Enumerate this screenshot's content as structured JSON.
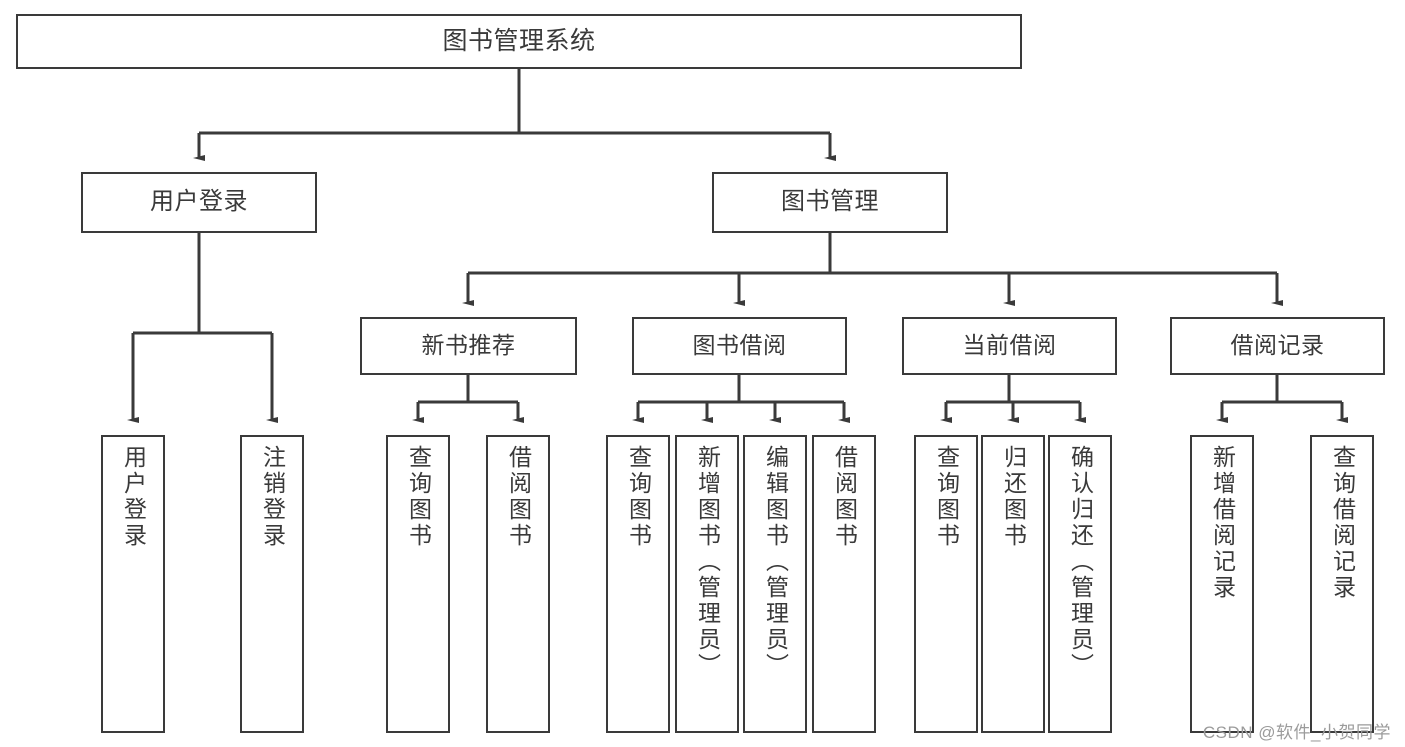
{
  "diagram": {
    "type": "tree",
    "title": "图书管理系统",
    "root": {
      "id": "root",
      "label": "图书管理系统"
    },
    "level2": [
      {
        "id": "user-login",
        "label": "用户登录"
      },
      {
        "id": "book-manage",
        "label": "图书管理"
      }
    ],
    "level3": [
      {
        "id": "new-book-rec",
        "label": "新书推荐",
        "parent": "book-manage"
      },
      {
        "id": "book-borrow",
        "label": "图书借阅",
        "parent": "book-manage"
      },
      {
        "id": "current-borrow",
        "label": "当前借阅",
        "parent": "book-manage"
      },
      {
        "id": "borrow-record",
        "label": "借阅记录",
        "parent": "book-manage"
      }
    ],
    "leaves": [
      {
        "id": "leaf-user-login",
        "label": "用户登录",
        "parent": "user-login"
      },
      {
        "id": "leaf-logout-login",
        "label": "注销登录",
        "parent": "user-login"
      },
      {
        "id": "leaf-query-book-1",
        "label": "查询图书",
        "parent": "new-book-rec"
      },
      {
        "id": "leaf-borrow-book-1",
        "label": "借阅图书",
        "parent": "new-book-rec"
      },
      {
        "id": "leaf-query-book-2",
        "label": "查询图书",
        "parent": "book-borrow"
      },
      {
        "id": "leaf-add-book",
        "label": "新增图书（管理员）",
        "parent": "book-borrow"
      },
      {
        "id": "leaf-edit-book",
        "label": "编辑图书（管理员）",
        "parent": "book-borrow"
      },
      {
        "id": "leaf-borrow-book-2",
        "label": "借阅图书",
        "parent": "book-borrow"
      },
      {
        "id": "leaf-query-book-3",
        "label": "查询图书",
        "parent": "current-borrow"
      },
      {
        "id": "leaf-return-book",
        "label": "归还图书",
        "parent": "current-borrow"
      },
      {
        "id": "leaf-confirm-return",
        "label": "确认归还（管理员）",
        "parent": "current-borrow"
      },
      {
        "id": "leaf-add-record",
        "label": "新增借阅记录",
        "parent": "borrow-record"
      },
      {
        "id": "leaf-query-record",
        "label": "查询借阅记录",
        "parent": "borrow-record"
      }
    ],
    "colors": {
      "stroke": "#3a3a3a",
      "text": "#3a3a3a",
      "background": "#ffffff",
      "watermark": "#9b9b9b"
    }
  },
  "watermark": {
    "text": "CSDN @软件_小贺同学"
  }
}
